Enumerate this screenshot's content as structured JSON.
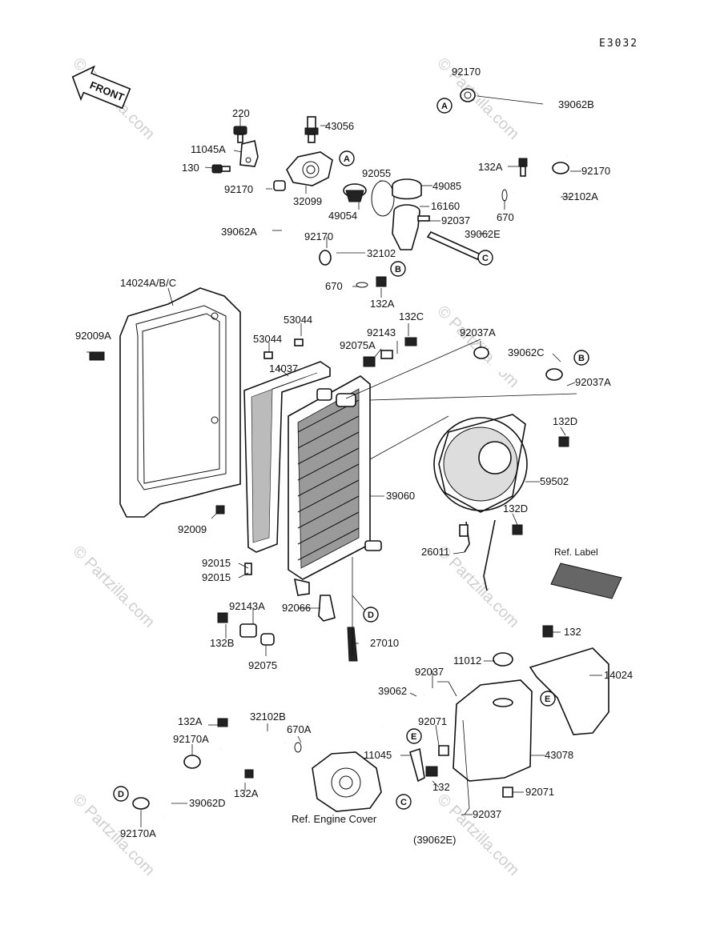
{
  "diagram_code": "E3032",
  "front_label": "FRONT",
  "watermark": "© Partzilla.com",
  "ref_label_text": "Ref. Label",
  "ref_engine_cover_text": "Ref. Engine Cover",
  "callout_letters": {
    "a": "A",
    "b": "B",
    "c": "C",
    "d": "D",
    "e": "E"
  },
  "labels": {
    "p92170_top": "92170",
    "p39062B": "39062B",
    "p220": "220",
    "p43056": "43056",
    "p11045A": "11045A",
    "p130": "130",
    "p92170_left": "92170",
    "p32099": "32099",
    "p92055": "92055",
    "p49085": "49085",
    "p49054": "49054",
    "p16160": "16160",
    "p92037_mid": "92037",
    "p39062E": "39062E",
    "p132A_top": "132A",
    "p92170_right": "92170",
    "p32102A": "32102A",
    "p670_right": "670",
    "p39062A": "39062A",
    "p92170_mid": "92170",
    "p32102": "32102",
    "p670_mid": "670",
    "p132A_mid": "132A",
    "p14024ABC": "14024A/B/C",
    "p92009A": "92009A",
    "p53044_a": "53044",
    "p53044_b": "53044",
    "p92143": "92143",
    "p132C": "132C",
    "p92075A": "92075A",
    "p14037": "14037",
    "p92037A_top": "92037A",
    "p39062C": "39062C",
    "p92037A_right": "92037A",
    "p132D_top": "132D",
    "p59502": "59502",
    "p39060": "39060",
    "p132D_bottom": "132D",
    "p92009": "92009",
    "p26011": "26011",
    "p92015_a": "92015",
    "p92015_b": "92015",
    "p92143A": "92143A",
    "p92066": "92066",
    "p132B": "132B",
    "p27010": "27010",
    "p92075": "92075",
    "p132_right": "132",
    "p11012": "11012",
    "p92037_low": "92037",
    "p14024": "14024",
    "p39062": "39062",
    "p92071_a": "92071",
    "p43078": "43078",
    "p11045": "11045",
    "p132_low": "132",
    "p92071_b": "92071",
    "p92037_bottom": "92037",
    "p39062E_paren": "(39062E)",
    "p132A_low": "132A",
    "p32102B": "32102B",
    "p670A": "670A",
    "p92170A_a": "92170A",
    "p132A_lower": "132A",
    "p39062D": "39062D",
    "p92170A_b": "92170A"
  }
}
